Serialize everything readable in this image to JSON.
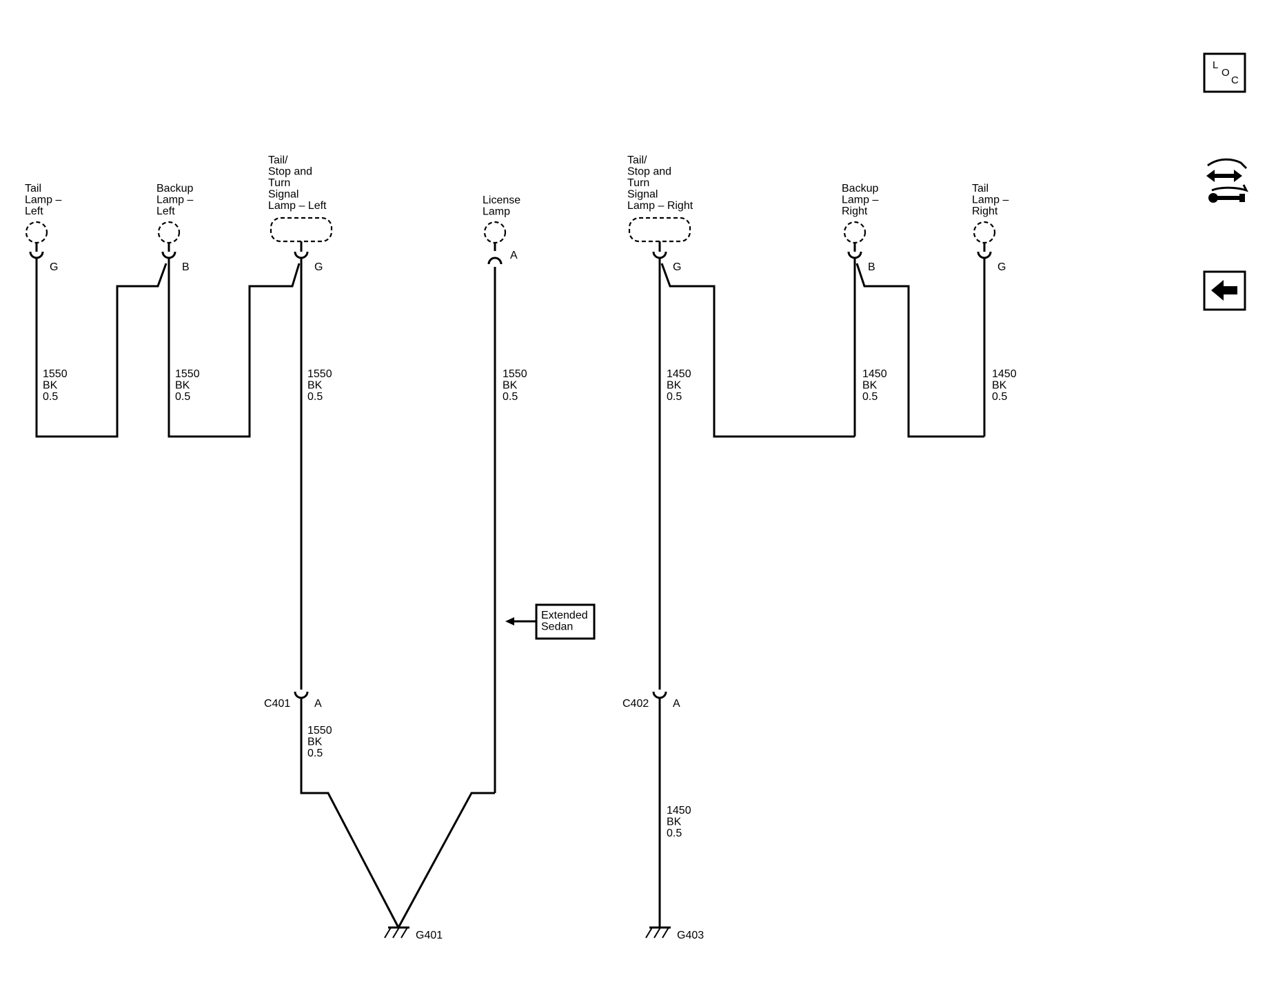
{
  "components": {
    "tail_lamp_left": {
      "lines": [
        "Tail",
        "Lamp –",
        "Left"
      ],
      "pin": "G"
    },
    "backup_lamp_left": {
      "lines": [
        "Backup",
        "Lamp –",
        "Left"
      ],
      "pin": "B"
    },
    "tail_stop_turn_left": {
      "lines": [
        "Tail/",
        "Stop and",
        "Turn",
        "Signal",
        "Lamp – Left"
      ],
      "pin": "G"
    },
    "license_lamp": {
      "lines": [
        "License",
        "Lamp"
      ],
      "pin": "A"
    },
    "tail_stop_turn_right": {
      "lines": [
        "Tail/",
        "Stop and",
        "Turn",
        "Signal",
        "Lamp – Right"
      ],
      "pin": "G"
    },
    "backup_lamp_right": {
      "lines": [
        "Backup",
        "Lamp –",
        "Right"
      ],
      "pin": "B"
    },
    "tail_lamp_right": {
      "lines": [
        "Tail",
        "Lamp –",
        "Right"
      ],
      "pin": "G"
    }
  },
  "wires": {
    "w1": [
      "1550",
      "BK",
      "0.5"
    ],
    "w2": [
      "1550",
      "BK",
      "0.5"
    ],
    "w3": [
      "1550",
      "BK",
      "0.5"
    ],
    "w4": [
      "1550",
      "BK",
      "0.5"
    ],
    "w5": [
      "1450",
      "BK",
      "0.5"
    ],
    "w6": [
      "1450",
      "BK",
      "0.5"
    ],
    "w7": [
      "1450",
      "BK",
      "0.5"
    ],
    "w8": [
      "1550",
      "BK",
      "0.5"
    ],
    "w9": [
      "1450",
      "BK",
      "0.5"
    ]
  },
  "connectors": {
    "c401": {
      "name": "C401",
      "pin": "A"
    },
    "c402": {
      "name": "C402",
      "pin": "A"
    }
  },
  "grounds": {
    "g401": "G401",
    "g403": "G403"
  },
  "option_note": [
    "Extended",
    "Sedan"
  ],
  "side_icons": {
    "loc": {
      "icon": "location-icon",
      "letters": [
        "L",
        "O",
        "C"
      ]
    },
    "harness": {
      "icon": "harness-routing-icon"
    },
    "back": {
      "icon": "back-arrow-icon"
    }
  }
}
